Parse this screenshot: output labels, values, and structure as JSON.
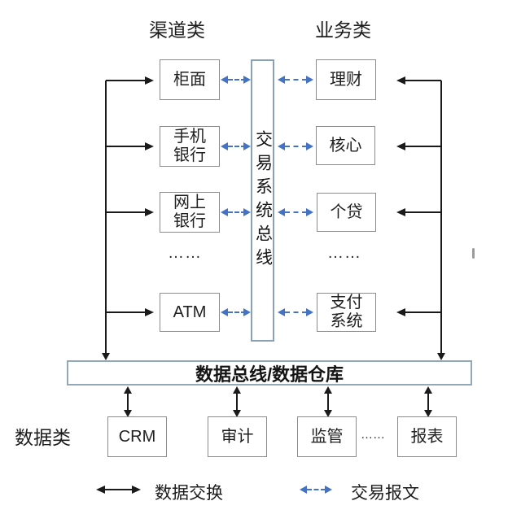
{
  "diagram": {
    "channel_header": "渠道类",
    "business_header": "业务类",
    "data_header": "数据类",
    "channel_boxes": [
      "柜面",
      "手机银行",
      "网上银行",
      "ATM"
    ],
    "business_boxes": [
      "理财",
      "核心",
      "个贷",
      "支付系统"
    ],
    "data_boxes": [
      "CRM",
      "审计",
      "监管",
      "报表"
    ],
    "center_bus_label": "交易系统总线",
    "data_bus_label": "数据总线/数据仓库",
    "ellipsis": "……",
    "legend": {
      "data_exchange": "数据交换",
      "transaction_message": "交易报文"
    },
    "colors": {
      "message_arrow_blue": "#4472c4",
      "data_arrow_black": "#1a1a1a",
      "bus_border": "#8ba1b3",
      "box_border": "#8c8c8c"
    }
  }
}
